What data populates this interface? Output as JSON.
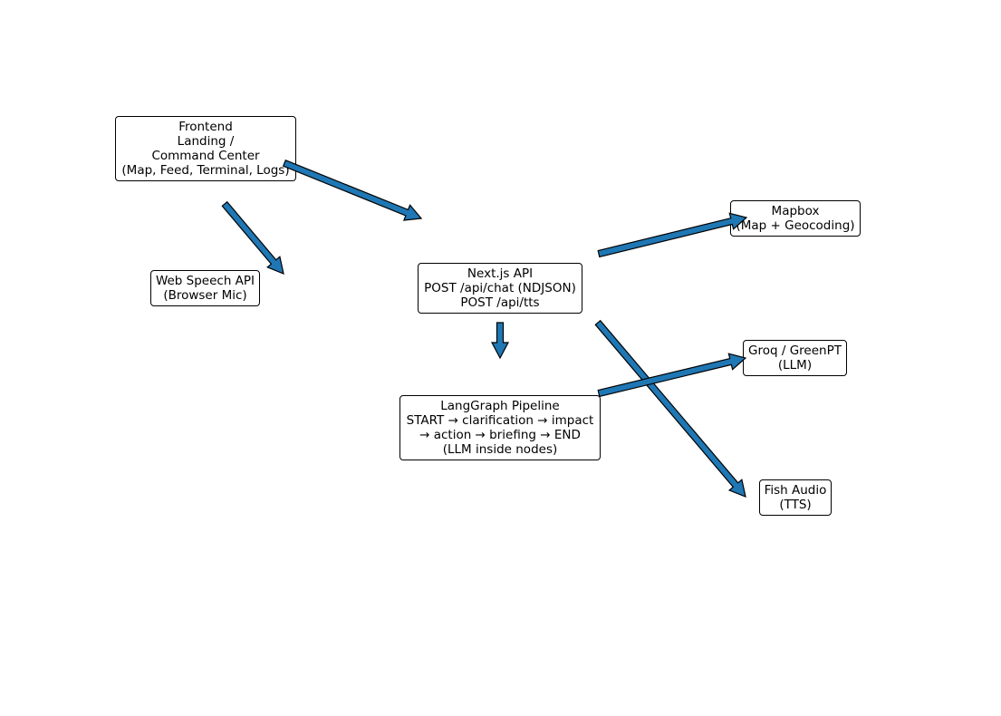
{
  "diagram": {
    "nodes": [
      {
        "id": "frontend",
        "lines": [
          "Frontend",
          "Landing /",
          "Command Center",
          "(Map, Feed, Terminal, Logs)"
        ]
      },
      {
        "id": "speech",
        "lines": [
          "Web Speech API",
          "(Browser Mic)"
        ]
      },
      {
        "id": "api",
        "lines": [
          "Next.js API",
          "POST /api/chat (NDJSON)",
          "POST /api/tts"
        ]
      },
      {
        "id": "pipeline",
        "lines": [
          "LangGraph Pipeline",
          "START → clarification → impact",
          "→ action → briefing → END",
          "(LLM inside nodes)"
        ]
      },
      {
        "id": "mapbox",
        "lines": [
          "Mapbox",
          "(Map + Geocoding)"
        ]
      },
      {
        "id": "groq",
        "lines": [
          "Groq / GreenPT",
          "(LLM)"
        ]
      },
      {
        "id": "fish",
        "lines": [
          "Fish Audio",
          "(TTS)"
        ]
      }
    ],
    "edges": [
      {
        "from": "frontend",
        "to": "api"
      },
      {
        "from": "frontend",
        "to": "speech"
      },
      {
        "from": "api",
        "to": "mapbox"
      },
      {
        "from": "api",
        "to": "pipeline"
      },
      {
        "from": "api",
        "to": "fish"
      },
      {
        "from": "pipeline",
        "to": "groq"
      }
    ],
    "colors": {
      "arrow_fill": "#1f77b4",
      "arrow_stroke": "#000000",
      "box_fill": "#ffffff",
      "box_stroke": "#000000"
    }
  }
}
